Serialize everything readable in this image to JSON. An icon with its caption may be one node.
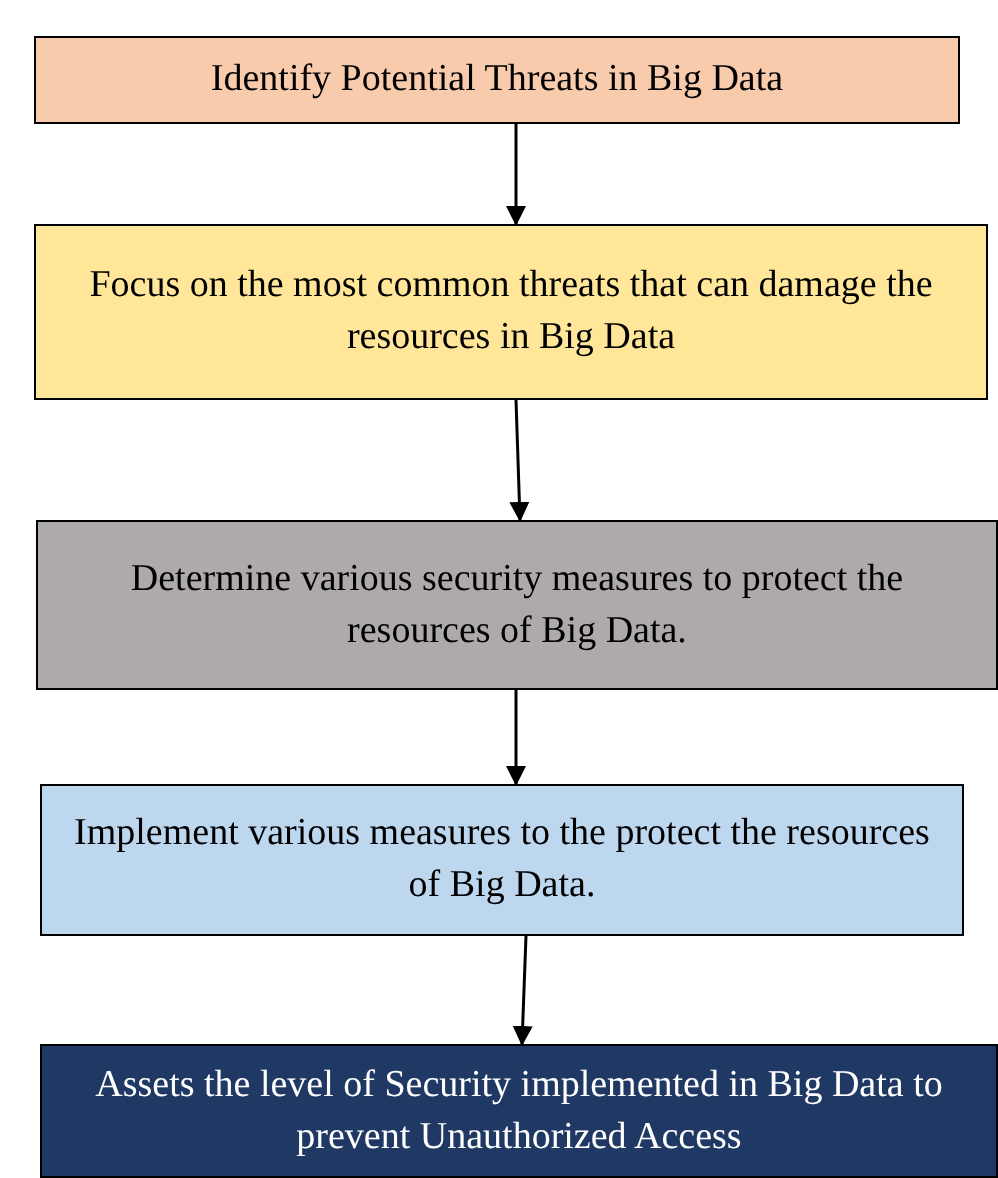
{
  "diagram": {
    "nodes": [
      {
        "text": [
          "Identify Potential Threats in Big Data"
        ]
      },
      {
        "text": [
          "Focus on the most common threats that can damage the resources in Big Data"
        ]
      },
      {
        "text": [
          "Determine various security measures to protect the resources of Big Data."
        ]
      },
      {
        "text": [
          "Implement various measures to the protect the resources of Big Data."
        ]
      },
      {
        "text": [
          "Assets the level of Security implemented in Big Data to prevent Unauthorized Access"
        ]
      }
    ],
    "edges": [
      {
        "from": 0,
        "to": 1,
        "arrow": "to"
      },
      {
        "from": 1,
        "to": 2,
        "arrow": "to"
      },
      {
        "from": 2,
        "to": 3,
        "arrow": "to"
      },
      {
        "from": 3,
        "to": 4,
        "arrow": "to"
      }
    ]
  }
}
